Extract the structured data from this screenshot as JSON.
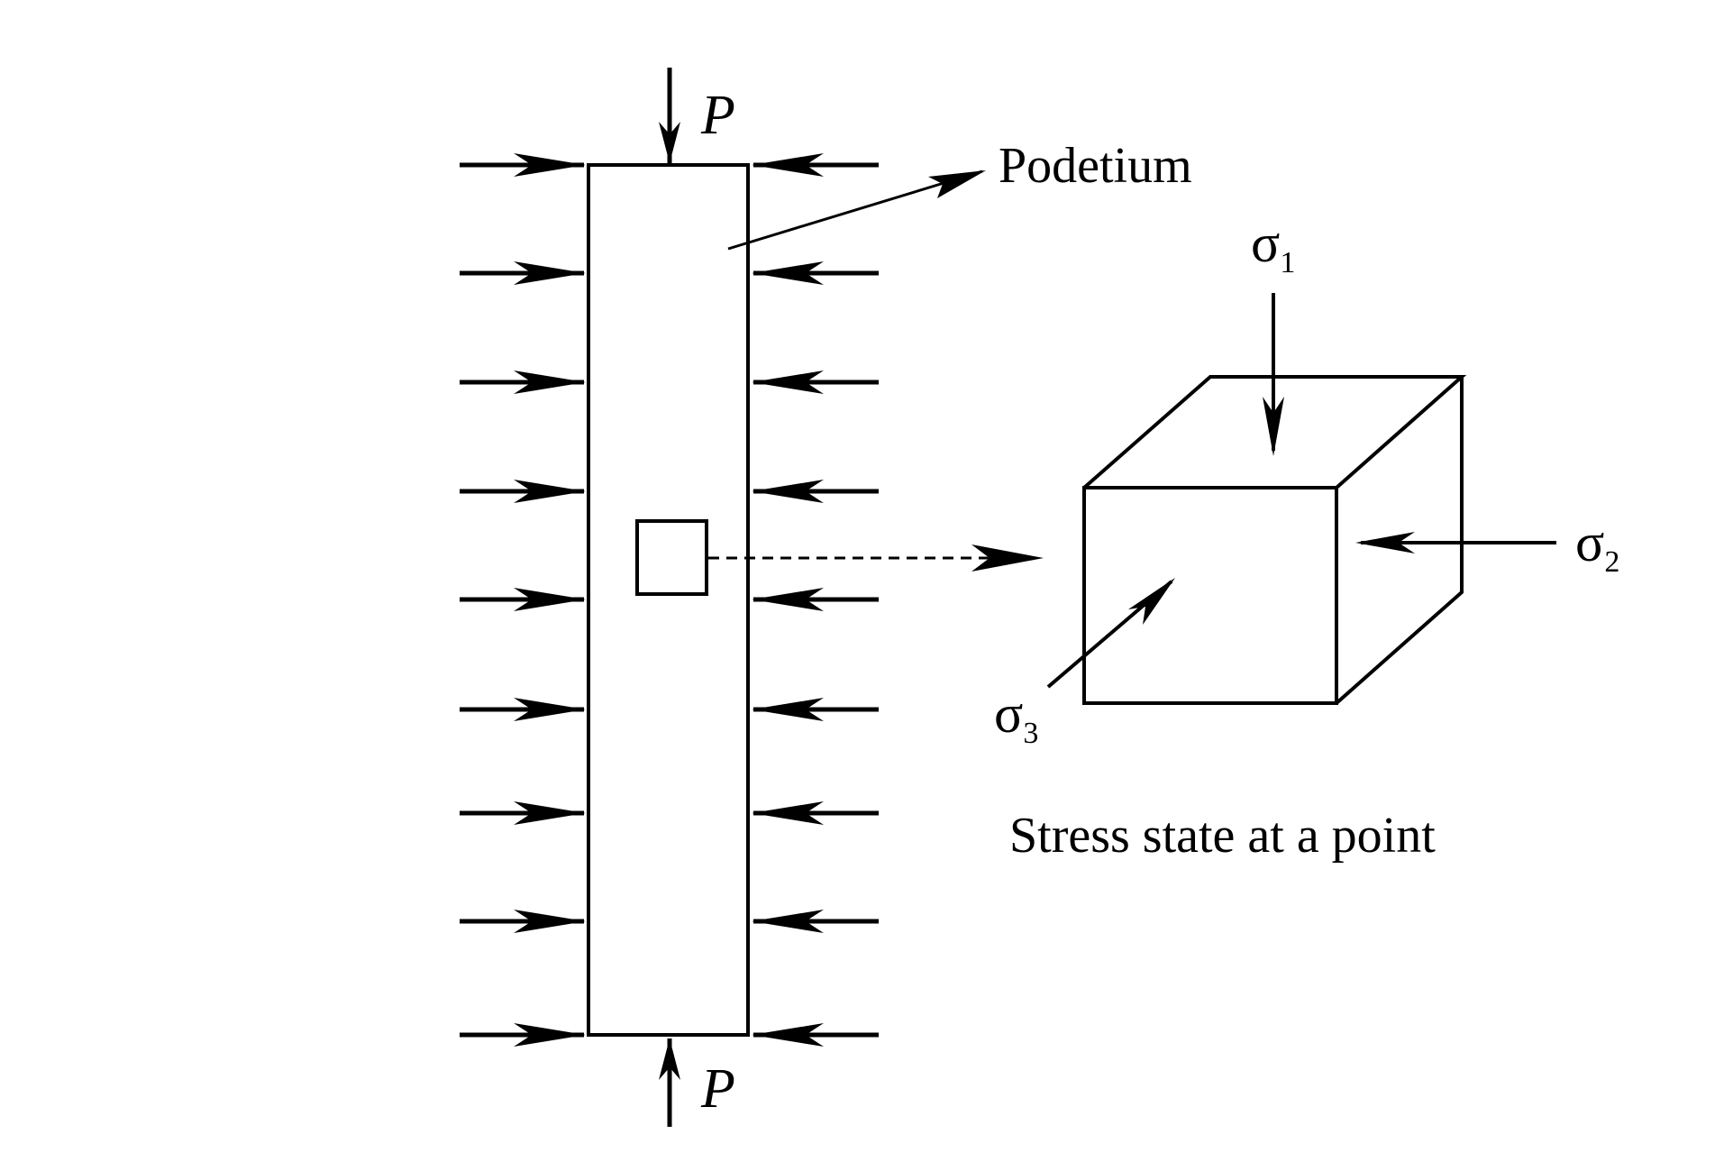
{
  "diagram": {
    "load_label_top": "P",
    "load_label_bottom": "P",
    "column_label": "Podetium",
    "caption": "Stress state at a point",
    "stresses": [
      {
        "symbol": "σ",
        "subscript": "1"
      },
      {
        "symbol": "σ",
        "subscript": "2"
      },
      {
        "symbol": "σ",
        "subscript": "3"
      }
    ],
    "colors": {
      "line": "#000000",
      "background": "#ffffff"
    }
  }
}
